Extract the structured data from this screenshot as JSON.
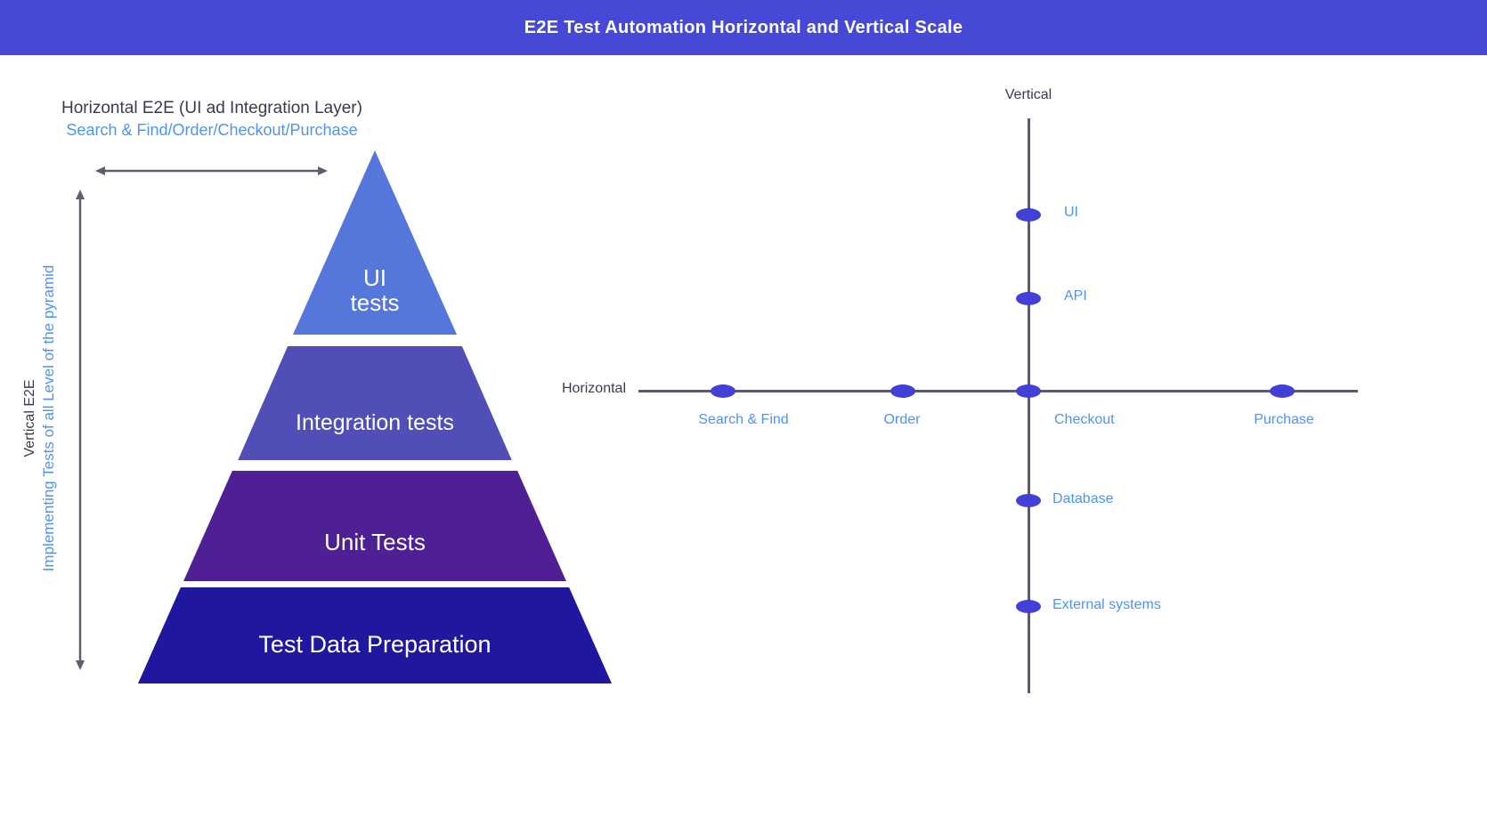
{
  "header": {
    "title": "E2E Test Automation Horizontal and Vertical Scale"
  },
  "annotations": {
    "horizontal": {
      "title": "Horizontal E2E (UI ad Integration Layer)",
      "subtitle": "Search & Find/Order/Checkout/Purchase"
    },
    "vertical": {
      "title": "Vertical E2E",
      "subtitle": "Implementing Tests of all Level of the pyramid"
    }
  },
  "pyramid": {
    "layers": [
      {
        "label": "UI tests",
        "lines": [
          "UI",
          "tests"
        ],
        "color": "#5577DC"
      },
      {
        "label": "Integration tests",
        "color": "#504FB8"
      },
      {
        "label": "Unit Tests",
        "color": "#4E2093"
      },
      {
        "label": "Test Data Preparation",
        "color": "#1F189E"
      }
    ]
  },
  "chart": {
    "vertical_axis": {
      "label": "Vertical",
      "points": [
        {
          "label": "UI"
        },
        {
          "label": "API"
        },
        {
          "label": "Database"
        },
        {
          "label": "External systems"
        }
      ]
    },
    "horizontal_axis": {
      "label": "Horizontal",
      "points": [
        {
          "label": "Search & Find"
        },
        {
          "label": "Order"
        },
        {
          "label": "Checkout"
        },
        {
          "label": "Purchase"
        }
      ]
    }
  },
  "colors": {
    "header_bg": "#4549D6",
    "dot": "#4240D6",
    "axis_line": "#5B5B6D",
    "accent_blue": "#4E94F2",
    "dark_text": "#3B3B4F"
  }
}
